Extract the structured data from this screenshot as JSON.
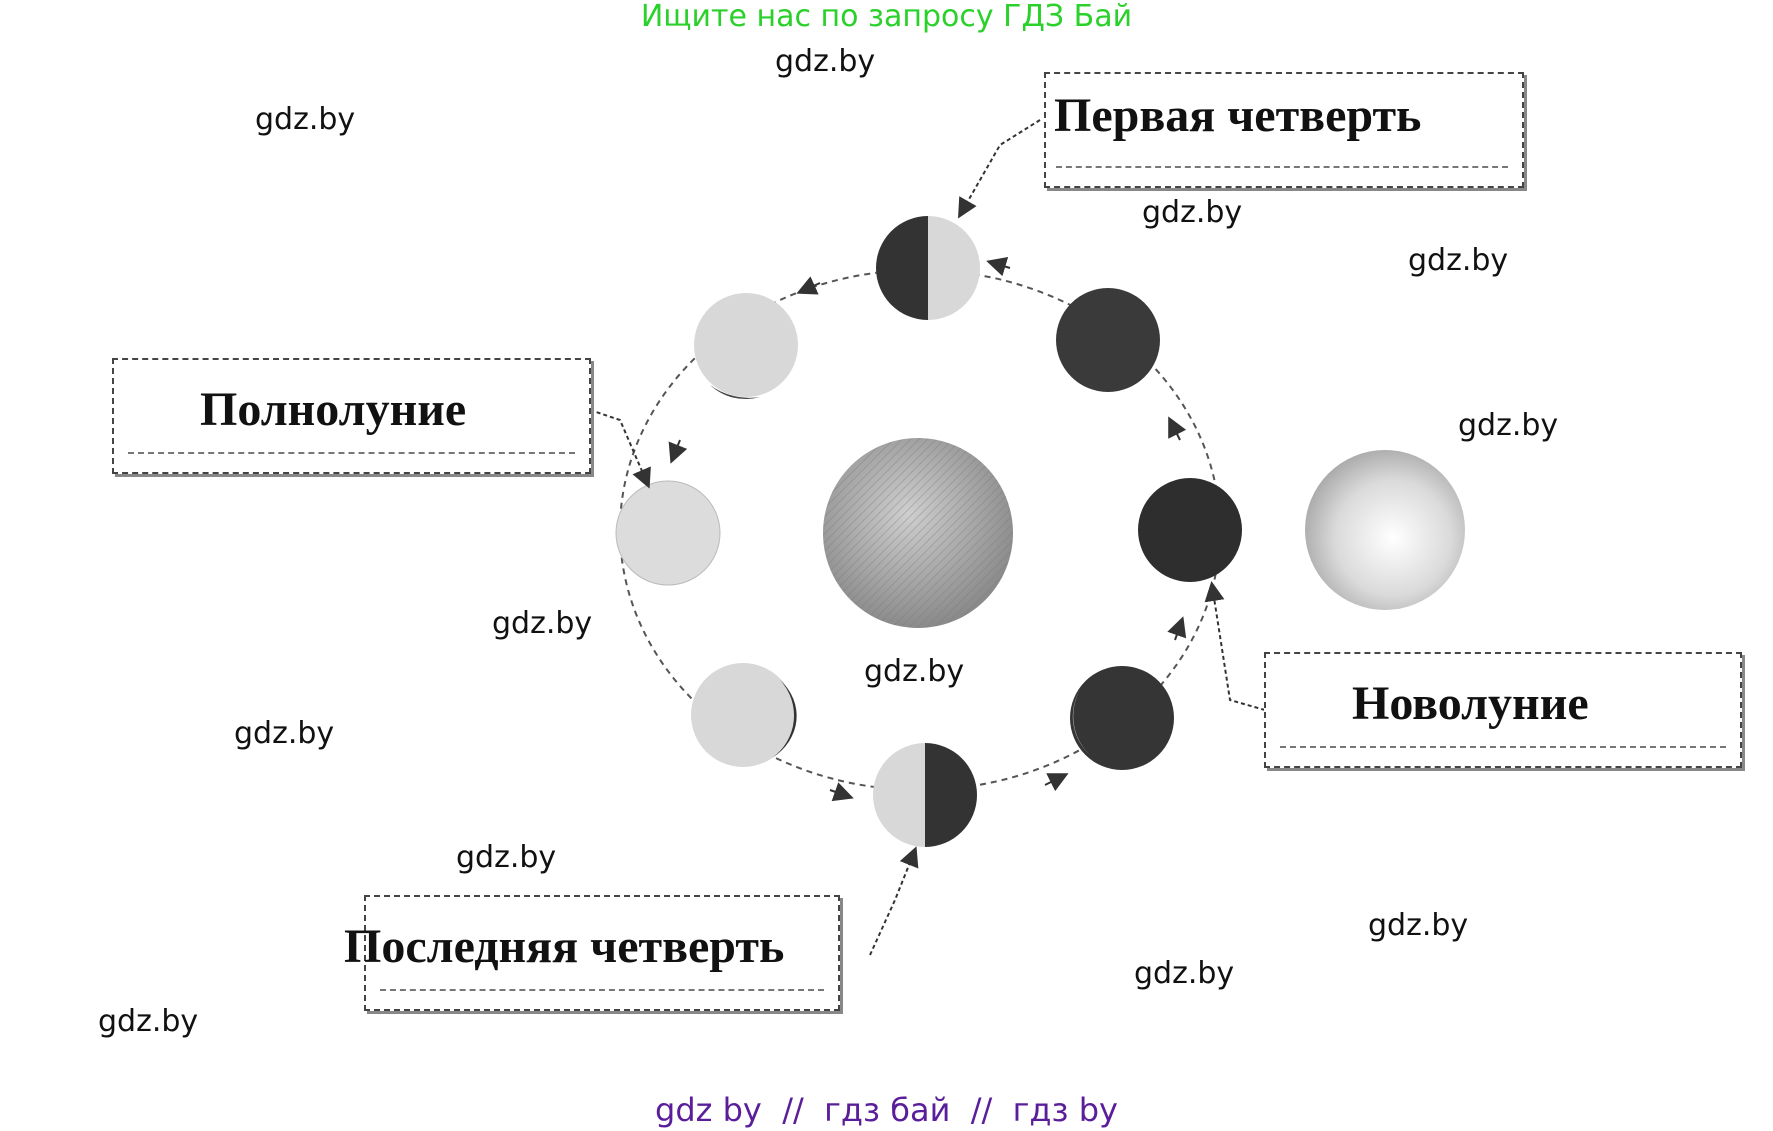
{
  "banner": "Ищите нас по запросу ГДЗ Бай",
  "watermarks": [
    "gdz.by",
    "gdz.by",
    "gdz.by",
    "gdz.by",
    "gdz.by",
    "gdz.by",
    "gdz.by",
    "gdz.by",
    "gdz.by",
    "gdz.by",
    "gdz.by",
    "gdz.by"
  ],
  "labels": {
    "first_quarter": "Первая четверть",
    "full_moon": "Полнолуние",
    "new_moon": "Новолуние",
    "last_quarter": "Последняя четверть"
  },
  "footer": "gdz by  //  гдз бай  //  гдз by",
  "colors": {
    "banner": "#2bd12b",
    "footer": "#5b1e9a",
    "dark_moon": "#333333",
    "light_moon": "#d8d8d8"
  }
}
